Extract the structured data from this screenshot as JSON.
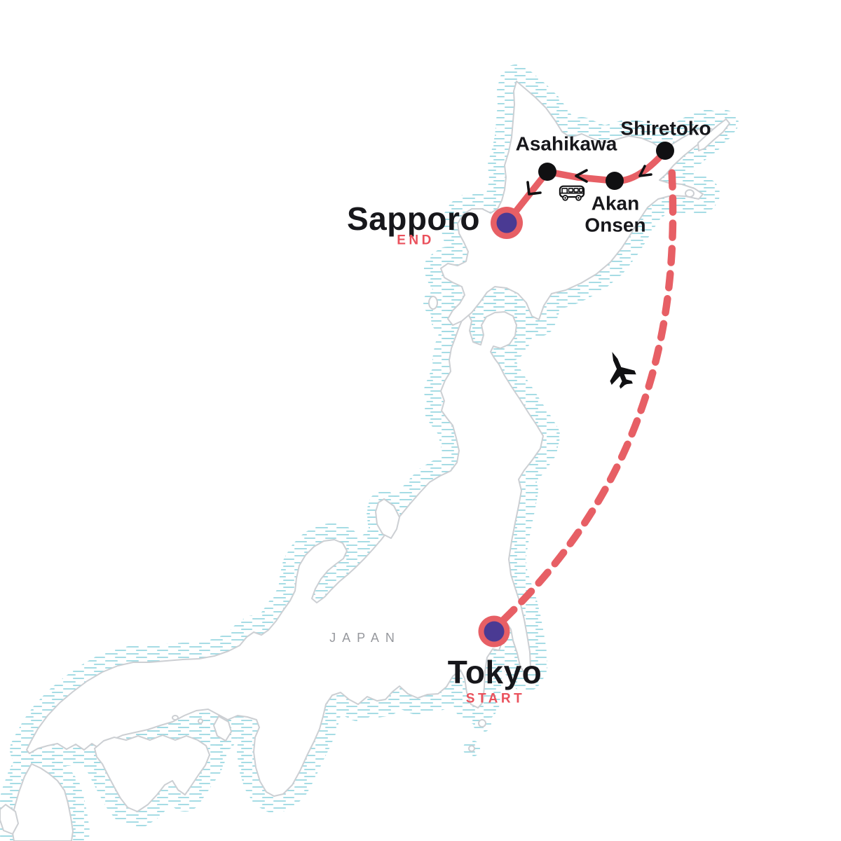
{
  "country_label": "JAPAN",
  "labels": {
    "tokyo": "Tokyo",
    "tokyo_badge": "START",
    "sapporo": "Sapporo",
    "sapporo_badge": "END",
    "asahikawa": "Asahikawa",
    "akan_line1": "Akan",
    "akan_line2": "Onsen",
    "shiretoko": "Shiretoko"
  },
  "route": {
    "stops_in_order": [
      "Tokyo",
      "Shiretoko",
      "Akan Onsen",
      "Asahikawa",
      "Sapporo"
    ],
    "start": "Tokyo",
    "end": "Sapporo",
    "segments": [
      {
        "from": "Tokyo",
        "to": "Shiretoko",
        "mode": "flight",
        "style": "dashed"
      },
      {
        "from": "Shiretoko",
        "to": "Akan Onsen",
        "mode": "bus",
        "style": "solid"
      },
      {
        "from": "Akan Onsen",
        "to": "Asahikawa",
        "mode": "bus",
        "style": "solid"
      },
      {
        "from": "Asahikawa",
        "to": "Sapporo",
        "mode": "bus",
        "style": "solid"
      }
    ]
  },
  "icons": {
    "airplane": "airplane-icon",
    "bus": "bus-icon"
  },
  "colors": {
    "route_red": "#e75f65",
    "badge_red": "#ea515c",
    "marker_purple": "#4a3a93",
    "stop_black": "#101012",
    "city_label_black": "#17171b",
    "coastline_gray": "#cccfd3",
    "water_hatch_teal": "#a0dae3",
    "country_label_gray": "#96989d"
  }
}
